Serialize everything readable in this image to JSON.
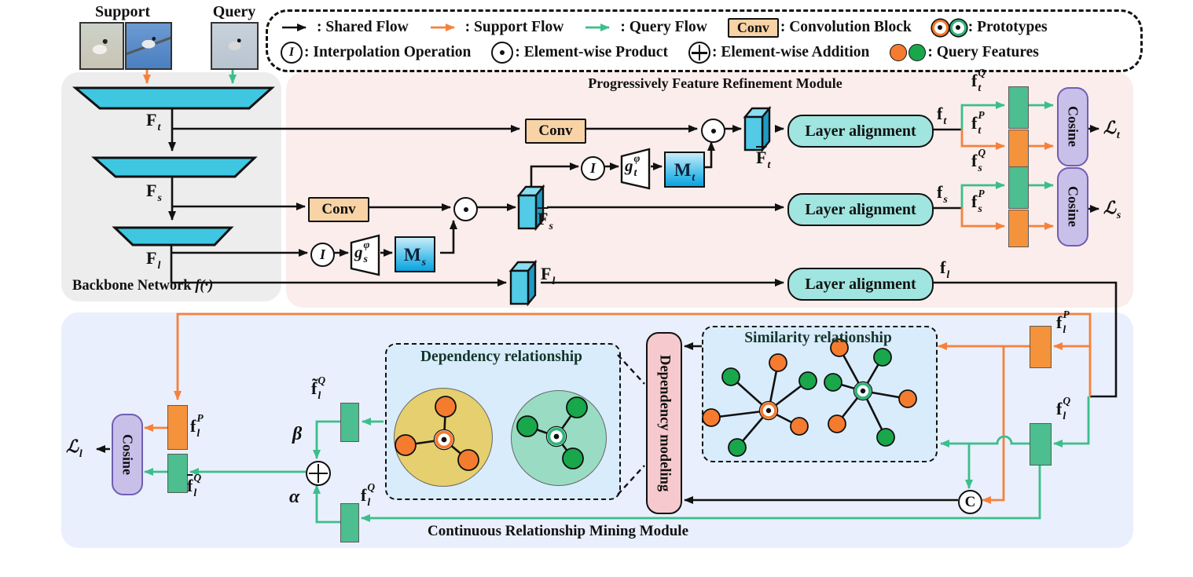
{
  "colors": {
    "cyan": "#3FC7E2",
    "orange": "#F5813C",
    "green": "#3CBE8B",
    "node_green": "#18A74B",
    "node_orange": "#F57B2F",
    "pink_module": "#FAEDEC",
    "blue_module": "#E9EFFC",
    "gray_module": "#EDEDED",
    "conv_fill": "#F8D3A5",
    "layer_fill": "#A0E5DF",
    "cosine_fill": "#C9C0EA",
    "depmod_fill": "#F5C9CD",
    "infobox_fill": "#D9ECFB",
    "yellow_circle": "#E5CF6E",
    "teal_circle": "#99DCC3"
  },
  "header": {
    "support": "Support",
    "query": "Query"
  },
  "legend": {
    "row1": [
      {
        "icon": "black-arrow-icon",
        "label": ": Shared Flow"
      },
      {
        "icon": "orange-arrow-icon",
        "label": ": Support Flow"
      },
      {
        "icon": "green-arrow-icon",
        "label": ": Query Flow"
      },
      {
        "icon": "conv-chip-icon",
        "chip": "Conv",
        "label": ": Convolution Block"
      },
      {
        "icon": "prototype-icons",
        "label": ": Prototypes"
      }
    ],
    "row2": [
      {
        "icon": "interpolation-icon",
        "symbol": "I",
        "label": ": Interpolation Operation"
      },
      {
        "icon": "elementwise-product-icon",
        "label": ": Element-wise Product"
      },
      {
        "icon": "elementwise-addition-icon",
        "label": ": Element-wise Addition"
      },
      {
        "icon": "query-feature-icons",
        "label": ": Query Features"
      }
    ]
  },
  "modules": {
    "backbone_label": "Backbone Network",
    "backbone_fn": "f(·)",
    "pfrm_title": "Progressively Feature Refinement Module",
    "crmm_title": "Continuous Relationship Mining Module",
    "sim_title": "Similarity relationship",
    "dep_title": "Dependency relationship",
    "dep_modeling": "Dependency modeling",
    "layer_alignment": "Layer alignment",
    "cosine": "Cosine",
    "conv": "Conv"
  },
  "math": {
    "Ft": {
      "b": "F",
      "sub": "t"
    },
    "Fs": {
      "b": "F",
      "sub": "s"
    },
    "Fl": {
      "b": "F",
      "sub": "l"
    },
    "FtBar": {
      "b": "F",
      "sub": "t"
    },
    "FsBar": {
      "b": "F",
      "sub": "s"
    },
    "FlBox": {
      "b": "F",
      "sub": "l"
    },
    "ft": {
      "b": "f",
      "sub": "t"
    },
    "fs": {
      "b": "f",
      "sub": "s"
    },
    "fl": {
      "b": "f",
      "sub": "l"
    },
    "ftQ": {
      "b": "f",
      "sub": "t",
      "sup": "Q"
    },
    "ftP": {
      "b": "f",
      "sub": "t",
      "sup": "P"
    },
    "fsQ": {
      "b": "f",
      "sub": "s",
      "sup": "Q"
    },
    "fsP": {
      "b": "f",
      "sub": "s",
      "sup": "P"
    },
    "flP": {
      "b": "f",
      "sub": "l",
      "sup": "P"
    },
    "flQ": {
      "b": "f",
      "sub": "l",
      "sup": "Q"
    },
    "flQtilde": {
      "b": "f̃",
      "sub": "l",
      "sup": "Q"
    },
    "flQbar": {
      "b": "f",
      "sub": "l",
      "sup": "Q"
    },
    "Lt": {
      "b": "ℒ",
      "sub": "t"
    },
    "Ls": {
      "b": "ℒ",
      "sub": "s"
    },
    "Ll": {
      "b": "ℒ",
      "sub": "l"
    },
    "Mt": {
      "b": "M",
      "sub": "t"
    },
    "Ms": {
      "b": "M",
      "sub": "s"
    },
    "gt": {
      "b": "g",
      "sub": "t",
      "sup": "φ"
    },
    "gs": {
      "b": "g",
      "sub": "s",
      "sup": "φ"
    },
    "I": "I",
    "alpha": "α",
    "beta": "β",
    "concat": "C"
  }
}
